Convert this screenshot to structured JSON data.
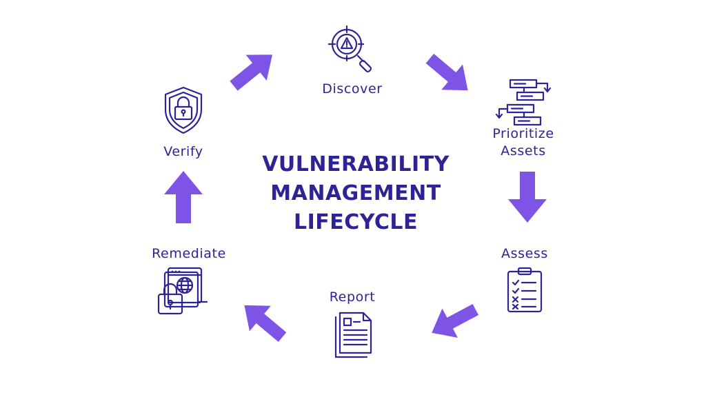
{
  "title": {
    "line1": "VULNERABILITY",
    "line2": "MANAGEMENT",
    "line3": "LIFECYCLE"
  },
  "steps": [
    {
      "label": "Discover",
      "icon": "magnifier-warning-icon"
    },
    {
      "label": "Prioritize",
      "label2": "Assets",
      "icon": "flowchart-icon"
    },
    {
      "label": "Assess",
      "icon": "checklist-clipboard-icon"
    },
    {
      "label": "Report",
      "icon": "document-icon"
    },
    {
      "label": "Remediate",
      "icon": "secure-web-lock-icon"
    },
    {
      "label": "Verify",
      "icon": "shield-lock-icon"
    }
  ],
  "colors": {
    "text": "#2d2396",
    "arrow": "#7d54e6",
    "background": "#ffffff"
  }
}
